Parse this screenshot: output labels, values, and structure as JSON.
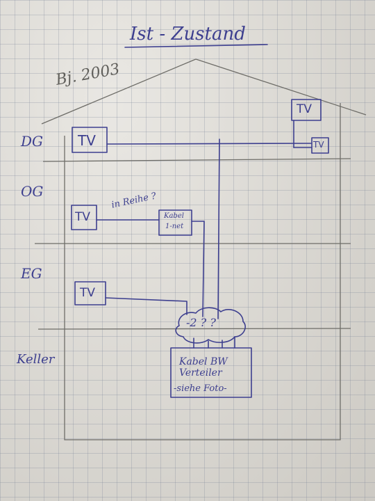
{
  "title": "Ist - Zustand",
  "year_note": "Bj. 2003",
  "floors": {
    "dg": "DG",
    "og": "OG",
    "eg": "EG",
    "keller": "Keller"
  },
  "tv_label": "TV",
  "series_note": "in Reihe ?",
  "kabel_box": {
    "line1": "Kabel",
    "line2": "1-net"
  },
  "splitter": {
    "marks": "-2 ? ?"
  },
  "distributor": {
    "line1": "Kabel BW",
    "line2": "Verteiler",
    "line3": "-siehe Foto-"
  },
  "colors": {
    "ink": "#3d3f8f",
    "pencil": "#6e6d68",
    "paper": "#dedbd4"
  }
}
